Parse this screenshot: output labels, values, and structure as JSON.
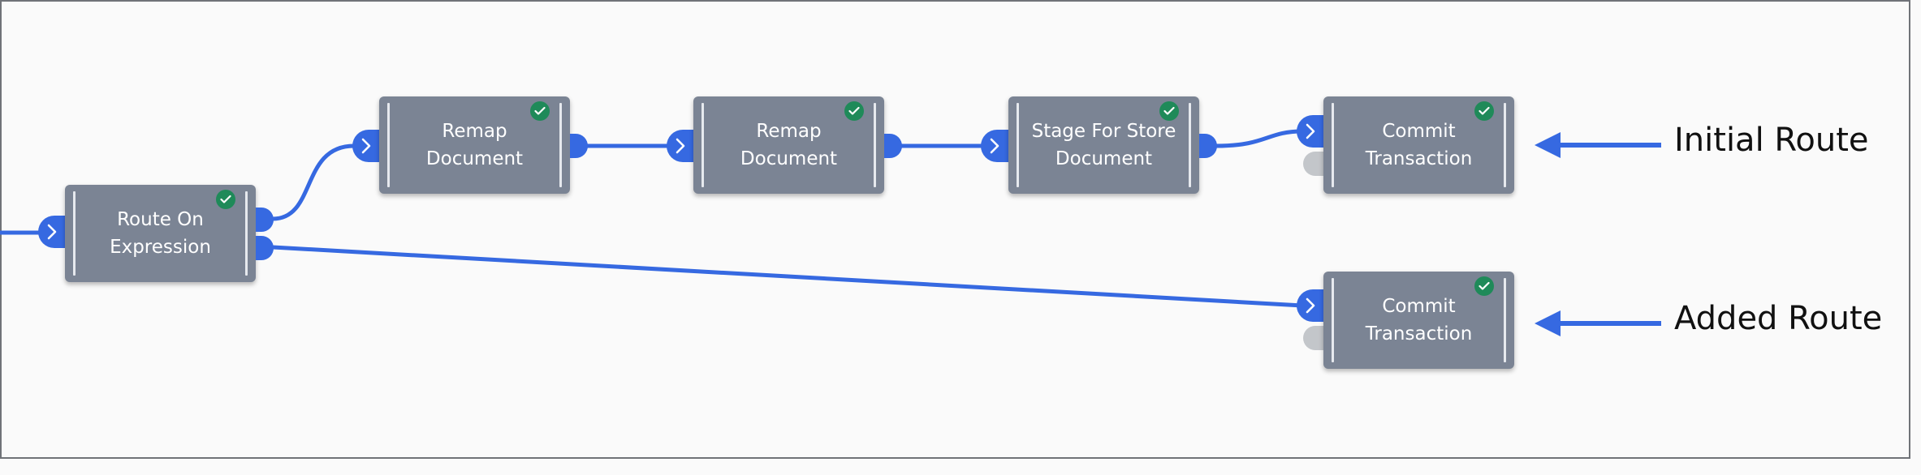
{
  "pipeline": {
    "snaps": [
      {
        "id": "route-on-expression",
        "label": "Route On\nExpression",
        "status": "success"
      },
      {
        "id": "remap-document-1",
        "label": "Remap\nDocument",
        "status": "success"
      },
      {
        "id": "remap-document-2",
        "label": "Remap\nDocument",
        "status": "success"
      },
      {
        "id": "stage-for-store-document",
        "label": "Stage For Store\nDocument",
        "status": "success"
      },
      {
        "id": "commit-transaction-initial",
        "label": "Commit\nTransaction",
        "status": "success"
      },
      {
        "id": "commit-transaction-added",
        "label": "Commit\nTransaction",
        "status": "success"
      }
    ]
  },
  "annotations": {
    "initial_route": "Initial Route",
    "added_route": "Added Route"
  },
  "icons": {
    "input_port": "chevron-right-icon",
    "status": "check-circle-icon",
    "annotation_arrow": "arrow-left-icon"
  },
  "colors": {
    "canvas_background": "#fafafa",
    "snap_body": "#7b8494",
    "connector": "#3669e1",
    "status_success": "#1f8a59",
    "error_port": "#c3c6ca",
    "label_text": "#111111"
  }
}
